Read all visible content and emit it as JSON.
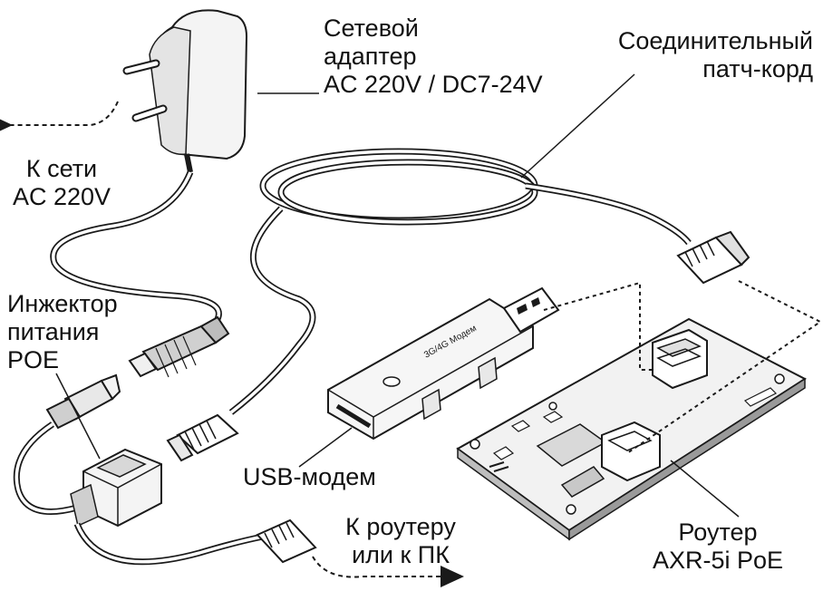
{
  "labels": {
    "adapter": [
      "Сетевой",
      "адаптер",
      "AC 220V / DC7-24V"
    ],
    "patch_cord": [
      "Соединительный",
      "патч-корд"
    ],
    "to_network": [
      "К сети",
      "AC 220V"
    ],
    "injector": [
      "Инжектор",
      "питания",
      "POE"
    ],
    "usb_modem": "USB-модем",
    "to_router": [
      "К роутеру",
      "или к ПК"
    ],
    "router": [
      "Роутер",
      "AXR-5i PoE"
    ],
    "modem_print": "3G/4G Модем"
  },
  "colors": {
    "line": "#1a1a1a",
    "fill_light": "#f2f2f2",
    "fill_mid": "#d9d9d9",
    "fill_dark": "#9a9a9a",
    "background": "#ffffff"
  }
}
